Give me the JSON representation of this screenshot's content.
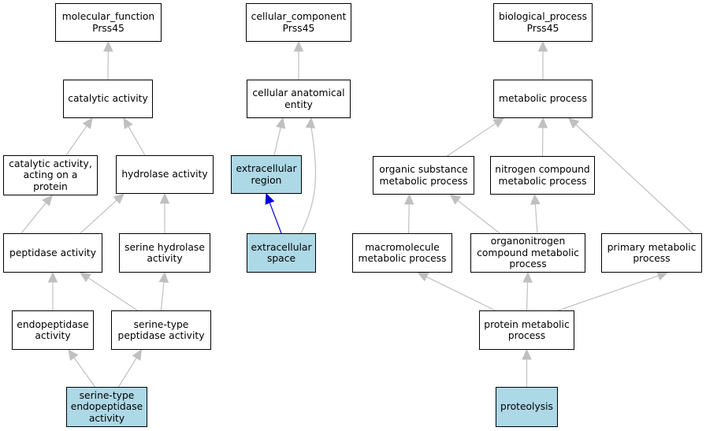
{
  "nodes": {
    "mf_root": {
      "label": "molecular_function\nPrss45",
      "highlighted": false
    },
    "catalytic": {
      "label": "catalytic activity",
      "highlighted": false
    },
    "cat_protein": {
      "label": "catalytic activity,\nacting on a\nprotein",
      "highlighted": false
    },
    "hydrolase": {
      "label": "hydrolase activity",
      "highlighted": false
    },
    "peptidase": {
      "label": "peptidase activity",
      "highlighted": false
    },
    "serine_hydrolase": {
      "label": "serine hydrolase\nactivity",
      "highlighted": false
    },
    "endopeptidase": {
      "label": "endopeptidase\nactivity",
      "highlighted": false
    },
    "serine_peptidase": {
      "label": "serine-type\npeptidase activity",
      "highlighted": false
    },
    "serine_endopeptidase": {
      "label": "serine-type\nendopeptidase\nactivity",
      "highlighted": true
    },
    "cc_root": {
      "label": "cellular_component\nPrss45",
      "highlighted": false
    },
    "cell_anat": {
      "label": "cellular anatomical\nentity",
      "highlighted": false
    },
    "extracellular_region": {
      "label": "extracellular\nregion",
      "highlighted": true
    },
    "extracellular_space": {
      "label": "extracellular\nspace",
      "highlighted": true
    },
    "bp_root": {
      "label": "biological_process\nPrss45",
      "highlighted": false
    },
    "metabolic": {
      "label": "metabolic process",
      "highlighted": false
    },
    "organic_sub": {
      "label": "organic substance\nmetabolic process",
      "highlighted": false
    },
    "nitrogen": {
      "label": "nitrogen compound\nmetabolic process",
      "highlighted": false
    },
    "macromolecule": {
      "label": "macromolecule\nmetabolic process",
      "highlighted": false
    },
    "organonitrogen": {
      "label": "organonitrogen\ncompound metabolic\nprocess",
      "highlighted": false
    },
    "primary": {
      "label": "primary metabolic\nprocess",
      "highlighted": false
    },
    "protein_metabolic": {
      "label": "protein metabolic\nprocess",
      "highlighted": false
    },
    "proteolysis": {
      "label": "proteolysis",
      "highlighted": true
    }
  },
  "edges": [
    {
      "from": "catalytic",
      "to": "mf_root",
      "color": "#c0c0c0"
    },
    {
      "from": "cat_protein",
      "to": "catalytic",
      "color": "#c0c0c0"
    },
    {
      "from": "hydrolase",
      "to": "catalytic",
      "color": "#c0c0c0"
    },
    {
      "from": "peptidase",
      "to": "cat_protein",
      "color": "#c0c0c0"
    },
    {
      "from": "peptidase",
      "to": "hydrolase",
      "color": "#c0c0c0"
    },
    {
      "from": "serine_hydrolase",
      "to": "hydrolase",
      "color": "#c0c0c0"
    },
    {
      "from": "endopeptidase",
      "to": "peptidase",
      "color": "#c0c0c0"
    },
    {
      "from": "serine_peptidase",
      "to": "peptidase",
      "color": "#c0c0c0"
    },
    {
      "from": "serine_peptidase",
      "to": "serine_hydrolase",
      "color": "#c0c0c0"
    },
    {
      "from": "serine_endopeptidase",
      "to": "endopeptidase",
      "color": "#c0c0c0"
    },
    {
      "from": "serine_endopeptidase",
      "to": "serine_peptidase",
      "color": "#c0c0c0"
    },
    {
      "from": "cell_anat",
      "to": "cc_root",
      "color": "#c0c0c0"
    },
    {
      "from": "extracellular_region",
      "to": "cell_anat",
      "color": "#c0c0c0"
    },
    {
      "from": "extracellular_space",
      "to": "cell_anat",
      "color": "#c0c0c0"
    },
    {
      "from": "extracellular_space",
      "to": "extracellular_region",
      "color": "#0000dd"
    },
    {
      "from": "metabolic",
      "to": "bp_root",
      "color": "#c0c0c0"
    },
    {
      "from": "organic_sub",
      "to": "metabolic",
      "color": "#c0c0c0"
    },
    {
      "from": "nitrogen",
      "to": "metabolic",
      "color": "#c0c0c0"
    },
    {
      "from": "primary",
      "to": "metabolic",
      "color": "#c0c0c0"
    },
    {
      "from": "macromolecule",
      "to": "organic_sub",
      "color": "#c0c0c0"
    },
    {
      "from": "organonitrogen",
      "to": "organic_sub",
      "color": "#c0c0c0"
    },
    {
      "from": "organonitrogen",
      "to": "nitrogen",
      "color": "#c0c0c0"
    },
    {
      "from": "protein_metabolic",
      "to": "macromolecule",
      "color": "#c0c0c0"
    },
    {
      "from": "protein_metabolic",
      "to": "organonitrogen",
      "color": "#c0c0c0"
    },
    {
      "from": "protein_metabolic",
      "to": "primary",
      "color": "#c0c0c0"
    },
    {
      "from": "proteolysis",
      "to": "protein_metabolic",
      "color": "#c0c0c0"
    }
  ],
  "colors": {
    "highlight_fill": "#add8e6",
    "edge_default": "#c0c0c0",
    "edge_direct": "#0000dd"
  }
}
